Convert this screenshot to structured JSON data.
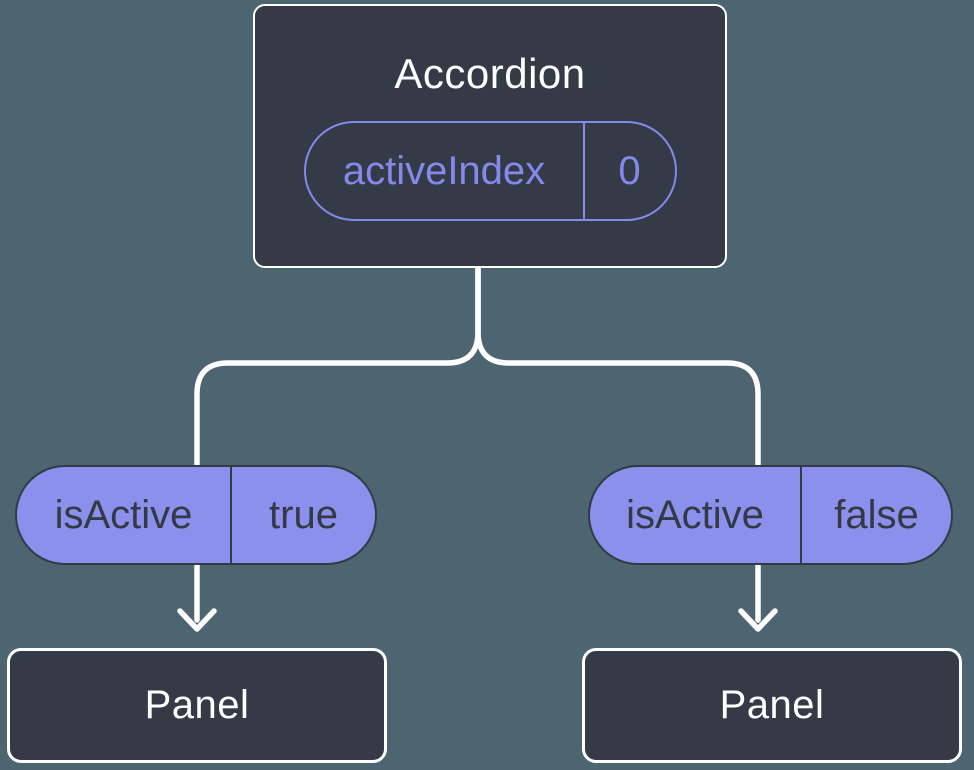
{
  "colors": {
    "background": "#4D6570",
    "node-fill": "#343B47",
    "node-border": "#FFFFFF",
    "connector": "#FFFFFF",
    "pill-fill": "#8B90EC",
    "pill-outline": "#8489EC",
    "pill-text-dark": "#333A46",
    "text-light": "#FFFFFF"
  },
  "tree": {
    "root": {
      "title": "Accordion",
      "prop": {
        "name": "activeIndex",
        "value": "0"
      }
    },
    "branches": [
      {
        "state": {
          "name": "isActive",
          "value": "true"
        },
        "child": {
          "title": "Panel"
        }
      },
      {
        "state": {
          "name": "isActive",
          "value": "false"
        },
        "child": {
          "title": "Panel"
        }
      }
    ]
  }
}
